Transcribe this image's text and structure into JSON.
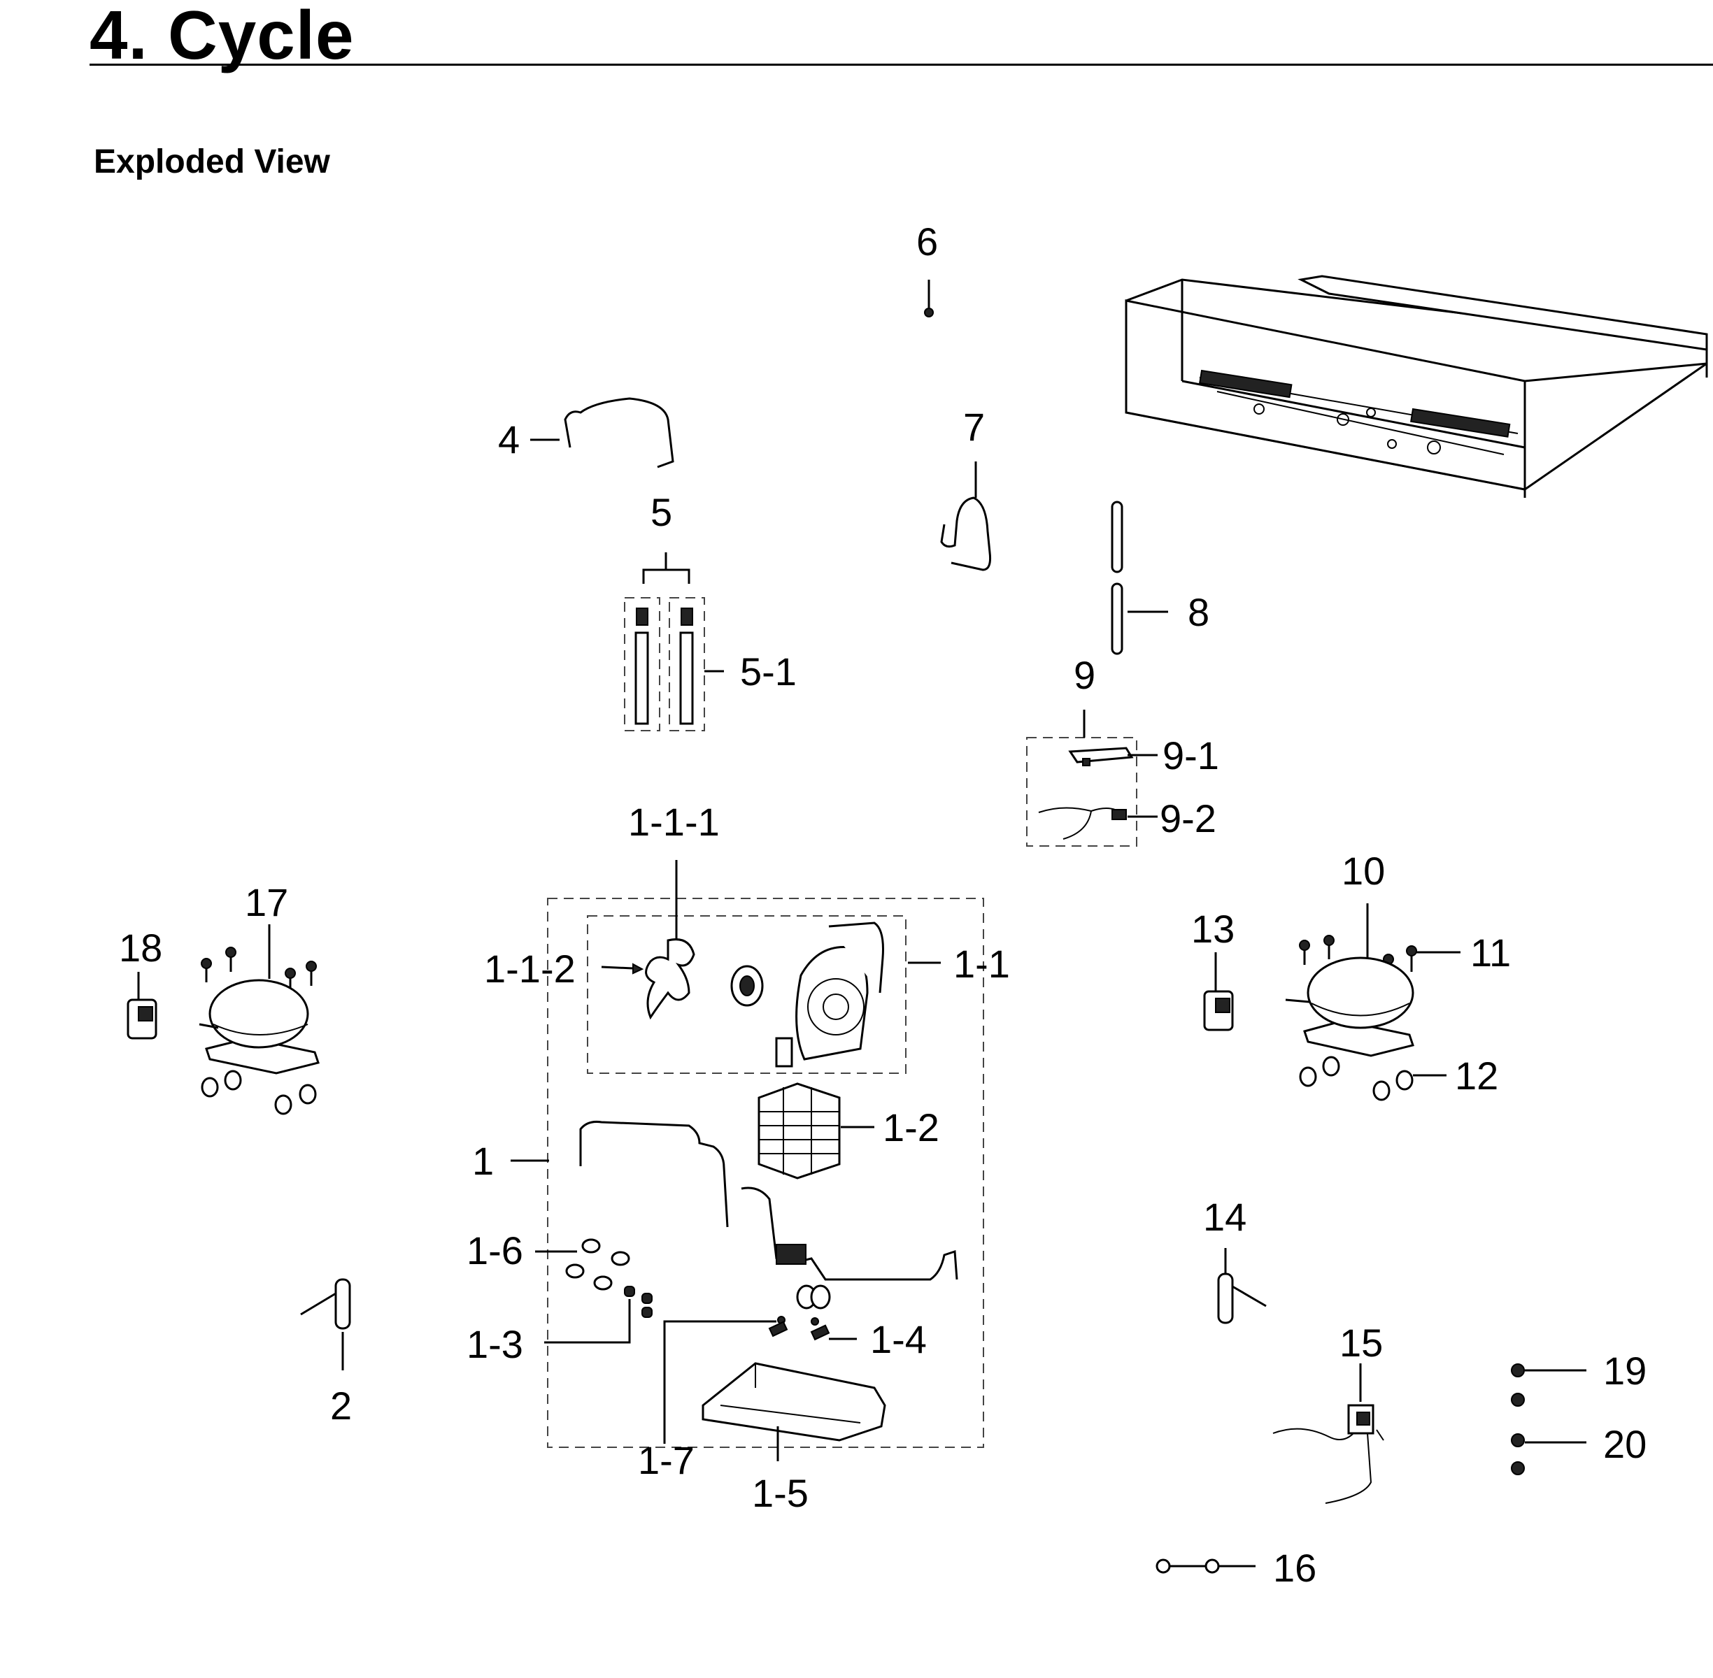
{
  "header": {
    "title": "4.  Cycle",
    "section": "Exploded View"
  },
  "callouts": {
    "c1": "1",
    "c1_1": "1-1",
    "c1_1_1": "1-1-1",
    "c1_1_2": "1-1-2",
    "c1_2": "1-2",
    "c1_3": "1-3",
    "c1_4": "1-4",
    "c1_5": "1-5",
    "c1_6": "1-6",
    "c1_7": "1-7",
    "c2": "2",
    "c4": "4",
    "c5": "5",
    "c5_1": "5-1",
    "c6": "6",
    "c7": "7",
    "c8": "8",
    "c9": "9",
    "c9_1": "9-1",
    "c9_2": "9-2",
    "c10": "10",
    "c11": "11",
    "c12": "12",
    "c13": "13",
    "c14": "14",
    "c15": "15",
    "c16": "16",
    "c17": "17",
    "c18": "18",
    "c19": "19",
    "c20": "20"
  }
}
